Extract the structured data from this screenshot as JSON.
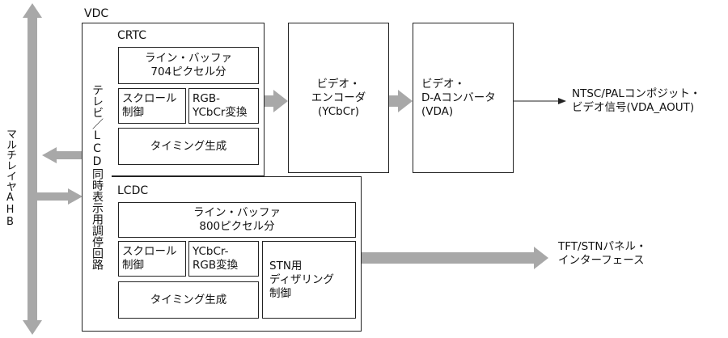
{
  "colors": {
    "arrow": "#a8a8a8",
    "line": "#222222"
  },
  "bus_label": "マルチレイヤAHB",
  "vdc": {
    "label": "VDC",
    "sync_circuit": "テレビ／LCD同時表示用調停回路"
  },
  "crtc": {
    "label": "CRTC",
    "line_buffer": "ライン・バッファ\n704ピクセル分",
    "scroll": "スクロール\n制御",
    "convert": "RGB-\nYCbCr変換",
    "timing": "タイミング生成"
  },
  "encoder": "ビデオ・\nエンコーダ\n(YCbCr)",
  "dac": "ビデオ・\nD-Aコンバータ\n(VDA)",
  "ntsc_out": "NTSC/PALコンポジット・\nビデオ信号(VDA_AOUT)",
  "lcdc": {
    "label": "LCDC",
    "line_buffer": "ライン・バッファ\n800ピクセル分",
    "scroll": "スクロール\n制御",
    "convert": "YCbCr-\nRGB変換",
    "dither": "STN用\nディザリング\n制御",
    "timing": "タイミング生成"
  },
  "tft_out": "TFT/STNパネル・\nインターフェース"
}
